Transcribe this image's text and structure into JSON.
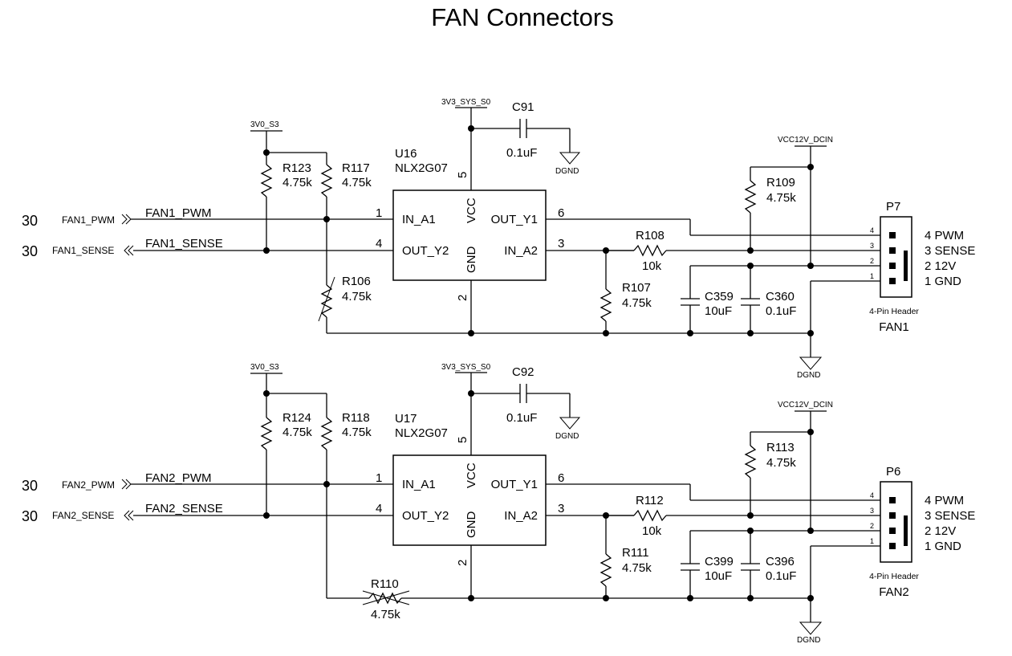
{
  "title": "FAN Connectors",
  "circuits": [
    {
      "ic": {
        "ref": "U16",
        "part": "NLX2G07"
      },
      "pwm_net": "FAN1_PWM",
      "sense_net": "FAN1_SENSE",
      "page_ref_pwm": "30",
      "page_ref_sense": "30",
      "rail_3v0": "3V0_S3",
      "rail_3v3": "3V3_SYS_S0",
      "rail_12v": "VCC12V_DCIN",
      "ground": "DGND",
      "ground_cap": "DGND",
      "pullup_pwm": {
        "ref": "R123",
        "value": "4.75k"
      },
      "pullup_sense": {
        "ref": "R117",
        "value": "4.75k"
      },
      "rail_pullup": {
        "ref": "R109",
        "value": "4.75k"
      },
      "series": {
        "ref": "R108",
        "value": "10k"
      },
      "pulldown": {
        "ref": "R107",
        "value": "4.75k"
      },
      "bottom_res": {
        "ref": "R106",
        "value": "4.75k"
      },
      "decap": {
        "ref": "C91",
        "value": "0.1uF"
      },
      "cap_bulk": {
        "ref": "C359",
        "value": "10uF"
      },
      "cap_small": {
        "ref": "C360",
        "value": "0.1uF"
      },
      "header": {
        "ref": "P7",
        "type": "4-Pin Header",
        "name": "FAN1"
      }
    },
    {
      "ic": {
        "ref": "U17",
        "part": "NLX2G07"
      },
      "pwm_net": "FAN2_PWM",
      "sense_net": "FAN2_SENSE",
      "page_ref_pwm": "30",
      "page_ref_sense": "30",
      "rail_3v0": "3V0_S3",
      "rail_3v3": "3V3_SYS_S0",
      "rail_12v": "VCC12V_DCIN",
      "ground": "DGND",
      "ground_cap": "DGND",
      "pullup_pwm": {
        "ref": "R124",
        "value": "4.75k"
      },
      "pullup_sense": {
        "ref": "R118",
        "value": "4.75k"
      },
      "rail_pullup": {
        "ref": "R113",
        "value": "4.75k"
      },
      "series": {
        "ref": "R112",
        "value": "10k"
      },
      "pulldown": {
        "ref": "R111",
        "value": "4.75k"
      },
      "bottom_res": {
        "ref": "R110",
        "value": "4.75k"
      },
      "decap": {
        "ref": "C92",
        "value": "0.1uF"
      },
      "cap_bulk": {
        "ref": "C399",
        "value": "10uF"
      },
      "cap_small": {
        "ref": "C396",
        "value": "0.1uF"
      },
      "header": {
        "ref": "P6",
        "type": "4-Pin Header",
        "name": "FAN2"
      }
    }
  ],
  "ic_pins": {
    "in_a1": "IN_A1",
    "out_y2": "OUT_Y2",
    "out_y1": "OUT_Y1",
    "in_a2": "IN_A2",
    "vcc": "VCC",
    "gnd": "GND",
    "n1": "1",
    "n2": "2",
    "n3": "3",
    "n4": "4",
    "n5": "5",
    "n6": "6"
  },
  "header_pins": {
    "n1": "1",
    "n2": "2",
    "n3": "3",
    "n4": "4",
    "p4": "4 PWM",
    "p3": "3 SENSE",
    "p2": "2 12V",
    "p1": "1 GND"
  }
}
